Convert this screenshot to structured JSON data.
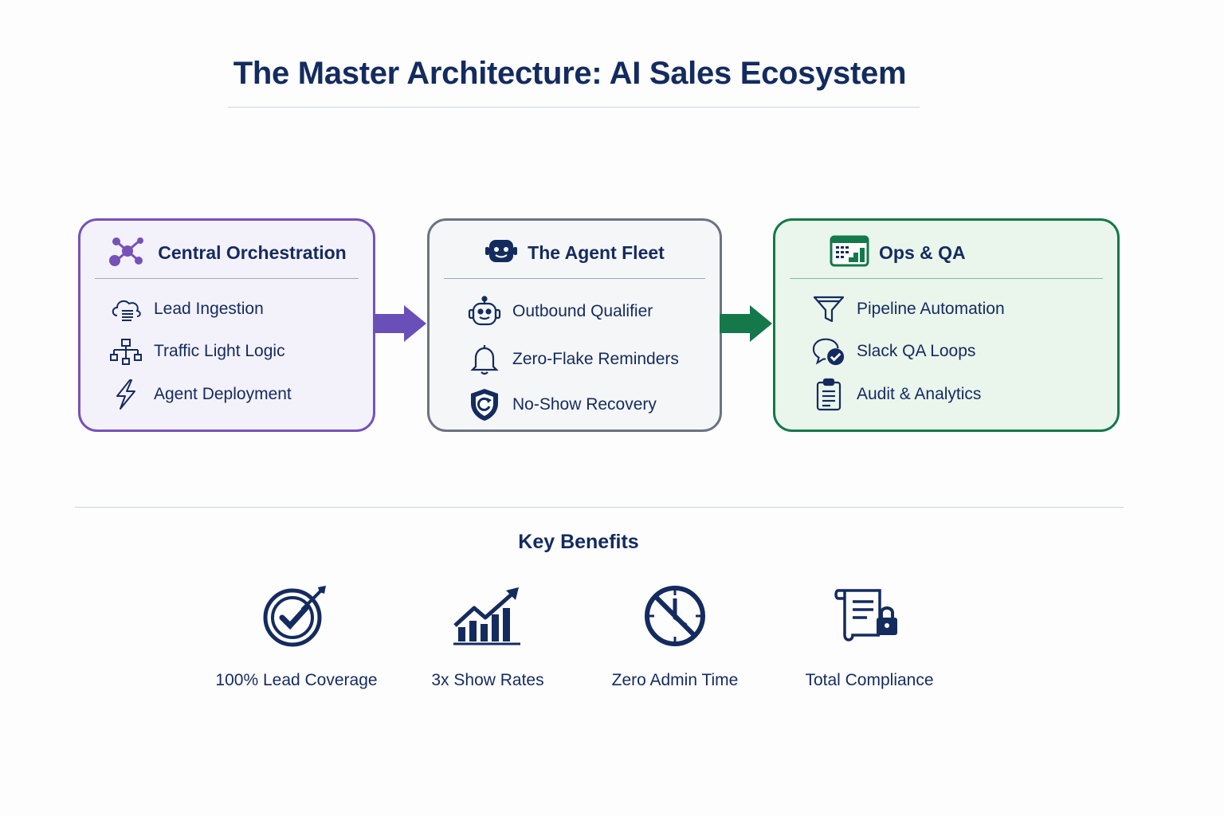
{
  "title": "The Master Architecture: AI Sales Ecosystem",
  "colors": {
    "navy": "#142b5e",
    "purple": "#7652b8",
    "grey": "#6c7382",
    "green": "#14784a"
  },
  "stages": [
    {
      "heading": "Central Orchestration",
      "icon": "network-nodes-icon",
      "items": [
        {
          "label": "Lead Ingestion",
          "icon": "cloud-list-icon"
        },
        {
          "label": "Traffic Light Logic",
          "icon": "flow-hierarchy-icon"
        },
        {
          "label": "Agent Deployment",
          "icon": "lightning-icon"
        }
      ]
    },
    {
      "heading": "The Agent Fleet",
      "icon": "robot-face-icon",
      "items": [
        {
          "label": "Outbound Qualifier",
          "icon": "robot-headset-icon"
        },
        {
          "label": "Zero-Flake Reminders",
          "icon": "bell-icon"
        },
        {
          "label": "No-Show Recovery",
          "icon": "shield-refresh-icon"
        }
      ]
    },
    {
      "heading": "Ops & QA",
      "icon": "dashboard-window-icon",
      "items": [
        {
          "label": "Pipeline Automation",
          "icon": "funnel-icon"
        },
        {
          "label": "Slack QA Loops",
          "icon": "chat-check-icon"
        },
        {
          "label": "Audit & Analytics",
          "icon": "clipboard-icon"
        }
      ]
    }
  ],
  "benefits": {
    "title": "Key Benefits",
    "items": [
      {
        "label": "100% Lead Coverage",
        "icon": "target-check-icon"
      },
      {
        "label": "3x Show Rates",
        "icon": "growth-chart-icon"
      },
      {
        "label": "Zero Admin Time",
        "icon": "clock-slash-icon"
      },
      {
        "label": "Total Compliance",
        "icon": "document-lock-icon"
      }
    ]
  }
}
